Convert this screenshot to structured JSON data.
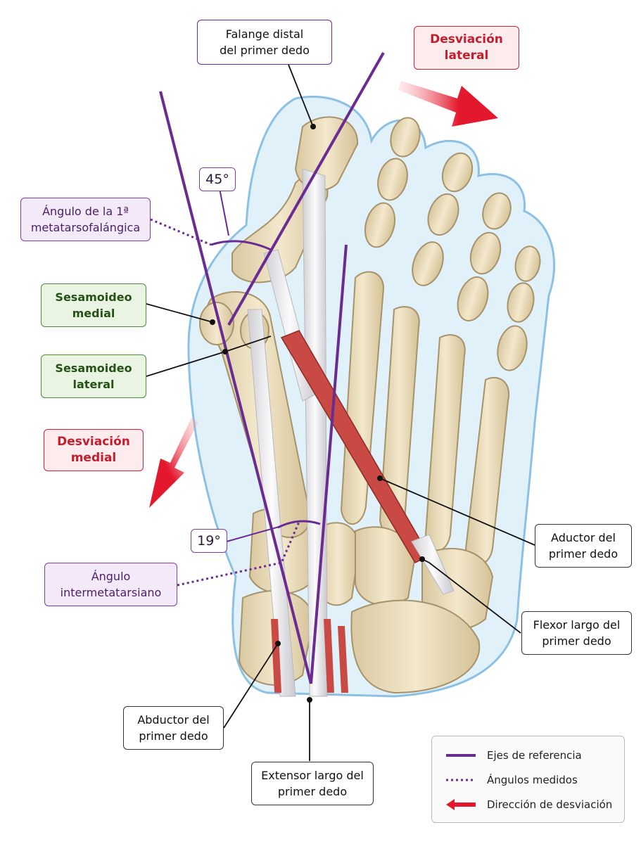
{
  "labels": {
    "falange_distal": [
      "Falange distal",
      "del primer dedo"
    ],
    "desviacion_lateral": [
      "Desviación",
      "lateral"
    ],
    "angle_45": "45°",
    "angulo_mtf": [
      "Ángulo de la 1ª",
      "metatarsofalángica"
    ],
    "sesamoideo_medial": [
      "Sesamoideo",
      "medial"
    ],
    "sesamoideo_lateral": [
      "Sesamoideo",
      "lateral"
    ],
    "desviacion_medial": [
      "Desviación",
      "medial"
    ],
    "angle_19": "19°",
    "angulo_intermetatarsiano": [
      "Ángulo",
      "intermetatarsiano"
    ],
    "aductor": [
      "Aductor del",
      "primer dedo"
    ],
    "flexor": [
      "Flexor largo del",
      "primer dedo"
    ],
    "abductor": [
      "Abductor del",
      "primer dedo"
    ],
    "extensor": [
      "Extensor largo del",
      "primer dedo"
    ]
  },
  "legend": [
    {
      "label": "Ejes de referencia",
      "symbol": "solid-line"
    },
    {
      "label": "Ángulos medidos",
      "symbol": "dotted-line"
    },
    {
      "label": "Dirección de desviación",
      "symbol": "red-arrow"
    }
  ],
  "colors": {
    "axis": "#6a2c91",
    "bone": "#eadcb8",
    "bone_edge": "#a8926a",
    "skin": "#d6ecf8",
    "skin_edge": "#8cc1e4",
    "tendon": "#ececec",
    "muscle": "#c94a45",
    "arrow": "#e3182d"
  }
}
